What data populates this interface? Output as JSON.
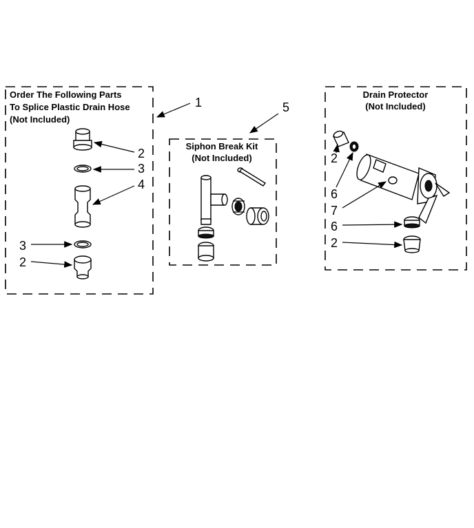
{
  "panels": {
    "splice": {
      "title": [
        "Order The Following Parts",
        "To Splice Plastic Drain Hose",
        "(Not Included)"
      ],
      "callouts": [
        "1",
        "2",
        "3",
        "4",
        "3",
        "2"
      ]
    },
    "siphon": {
      "title": [
        "Siphon Break Kit",
        "(Not Included)"
      ],
      "callouts": [
        "5"
      ]
    },
    "protector": {
      "title": [
        "Drain Protector",
        "(Not Included)"
      ],
      "callouts": [
        "2",
        "6",
        "7",
        "6",
        "2"
      ]
    }
  }
}
